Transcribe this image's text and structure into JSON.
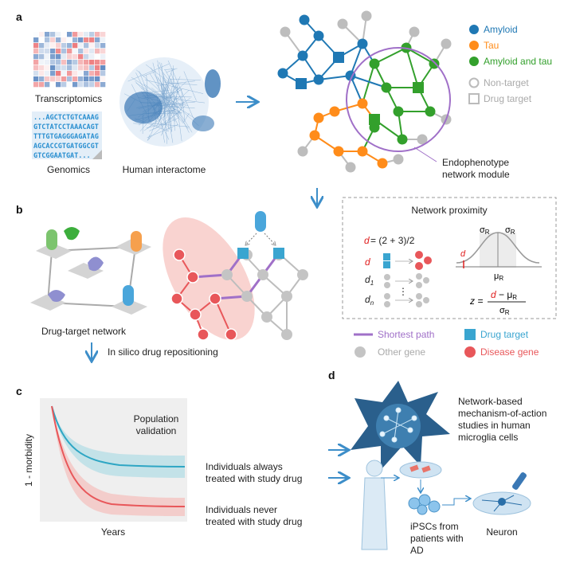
{
  "panels": {
    "a": "a",
    "b": "b",
    "c": "c",
    "d": "d"
  },
  "a": {
    "transcriptomics": "Transcriptomics",
    "genomics_lines": [
      "...AGCTCTGTCAAAG",
      "GTCTATCCTAAACAGT",
      "TTTGTGAGGGAGATAG",
      "AGCACCGTGATGGCGT",
      "GTCGGAATGAT..."
    ],
    "genomics": "Genomics",
    "interactome": "Human interactome",
    "legend": {
      "amyloid": "Amyloid",
      "tau": "Tau",
      "both": "Amyloid and tau",
      "non_target": "Non-target",
      "drug_target": "Drug target"
    },
    "module_label": [
      "Endophenotype",
      "network module"
    ]
  },
  "b": {
    "dtn": "Drug-target network",
    "repositioning": "In silico drug repositioning",
    "proximity": {
      "title": "Network proximity",
      "formula": "= (2 + 3)/2",
      "d": "d",
      "d1": "d",
      "d1_sub": "1",
      "dn": "d",
      "dn_sub": "n",
      "dots": "⋮",
      "sigma": "σ",
      "R": "R",
      "mu": "μ",
      "z": "z =",
      "minus": " − μ"
    },
    "legend": {
      "shortest": "Shortest path",
      "drug_target": "Drug target",
      "other": "Other gene",
      "disease": "Disease gene"
    }
  },
  "c": {
    "ylabel": "1 - morbidity",
    "xlabel": "Years",
    "pop": [
      "Population",
      "validation"
    ],
    "always": [
      "Individuals always",
      "treated with study drug"
    ],
    "never": [
      "Individuals never",
      "treated with study drug"
    ]
  },
  "d": {
    "microglia": [
      "Network-based",
      "mechanism-of-action",
      "studies in human",
      "microglia cells"
    ],
    "ipsc": [
      "iPSCs from",
      "patients with",
      "AD"
    ],
    "neuron": "Neuron"
  },
  "colors": {
    "amyloid": "#1f78b4",
    "tau": "#ff8c1a",
    "both": "#33a02c",
    "gray": "#bdbdbd",
    "module": "#a070c8",
    "drug": "#3aa5d0",
    "disease": "#e8575a",
    "arrow": "#3d8ec9"
  }
}
